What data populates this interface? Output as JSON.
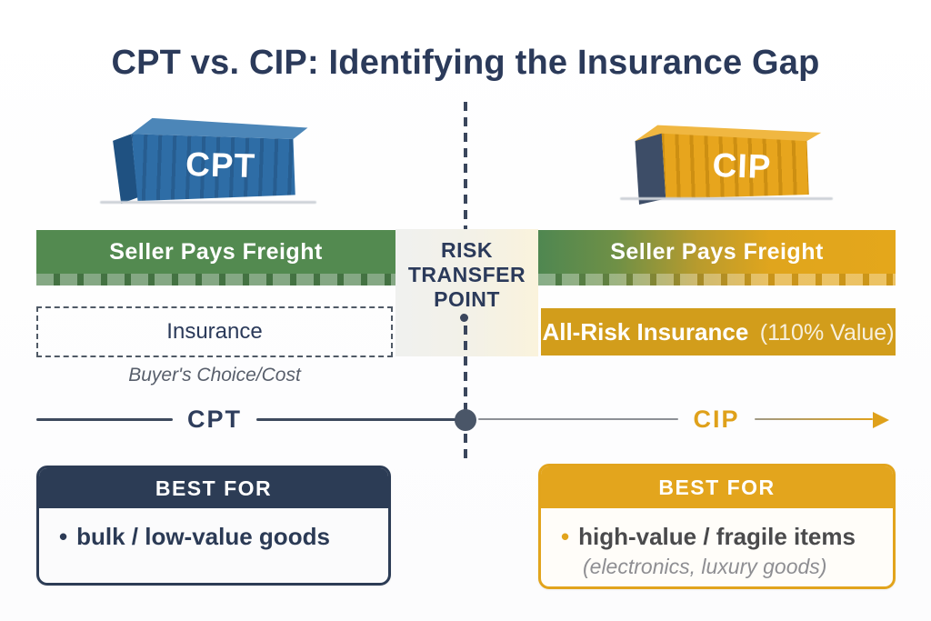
{
  "title": "CPT vs. CIP: Identifying the Insurance Gap",
  "center": {
    "risk_line1": "RISK",
    "risk_line2": "TRANSFER",
    "risk_line3": "POINT"
  },
  "left": {
    "container_label": "CPT",
    "freight_label": "Seller Pays Freight",
    "insurance_label": "Insurance",
    "insurance_note": "Buyer's Choice/Cost",
    "timeline_label": "CPT",
    "best_for_header": "BEST FOR",
    "bullet": "•",
    "best_for_item": "bulk / low-value goods"
  },
  "right": {
    "container_label": "CIP",
    "freight_label": "Seller Pays Freight",
    "insurance_bold": "All-Risk Insurance",
    "insurance_light": "(110% Value)",
    "timeline_label": "CIP",
    "best_for_header": "BEST FOR",
    "bullet": "•",
    "best_for_item": "high-value / fragile items",
    "best_for_note": "(electronics, luxury goods)"
  },
  "colors": {
    "navy": "#2b3a5a",
    "container_blue": "#2e6da6",
    "container_gold": "#e7a51d",
    "freight_green": "#538a50",
    "accent_gold": "#dfa11b"
  }
}
